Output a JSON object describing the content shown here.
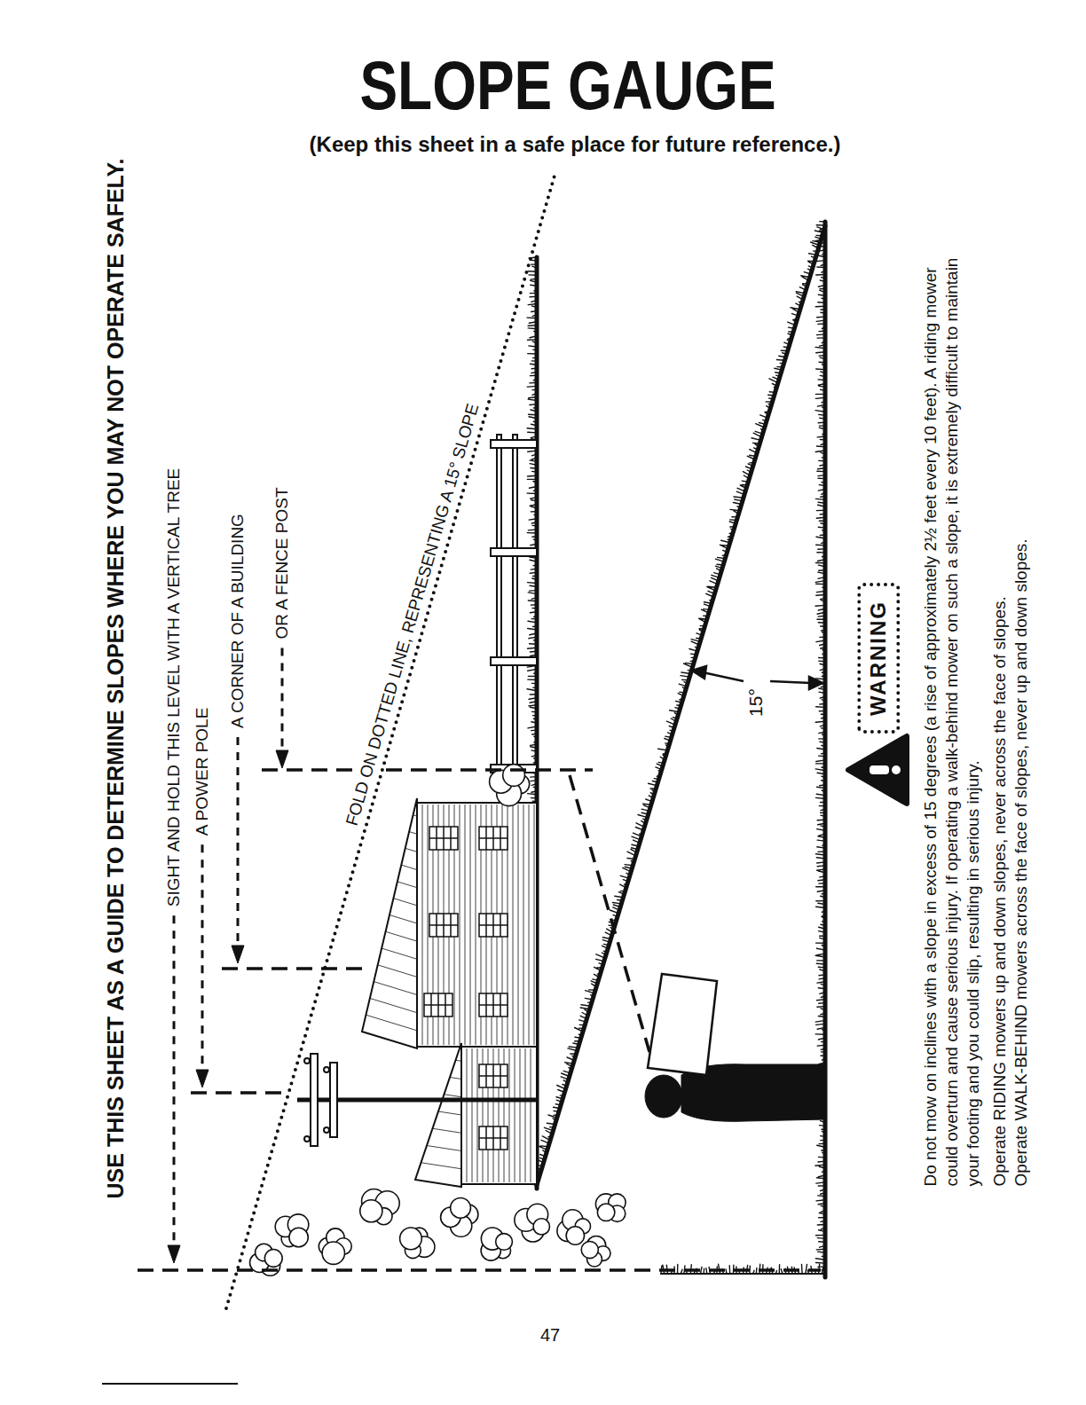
{
  "diagram": {
    "title": "SLOPE GAUGE",
    "nodes": [
      {
        "text": [
          "WARNING"
        ]
      }
    ],
    "labels": [
      "(Keep this sheet in a safe place for future reference.)",
      "USE THIS SHEET AS A GUIDE TO DETERMINE SLOPES WHERE YOU MAY NOT OPERATE SAFELY.",
      "SIGHT AND HOLD THIS LEVEL WITH A VERTICAL TREE",
      "A POWER POLE",
      "A CORNER OF A BUILDING",
      "OR A FENCE POST",
      "FOLD ON DOTTED LINE, REPRESENTING A 15° SLOPE",
      "15°",
      "Do not mow on inclines with a slope in excess of 15 degrees (a rise of approximately 2½ feet every 10 feet). A riding mower could overturn and cause serious injury. If operating a walk-behind mower on such a slope, it is extremely difficult to maintain your footing and you could slip, resulting in serious injury.",
      "Operate RIDING mowers up and down slopes, never across the face of slopes.",
      "Operate WALK-BEHIND mowers across the face of slopes, never up and down slopes.",
      "47"
    ]
  }
}
